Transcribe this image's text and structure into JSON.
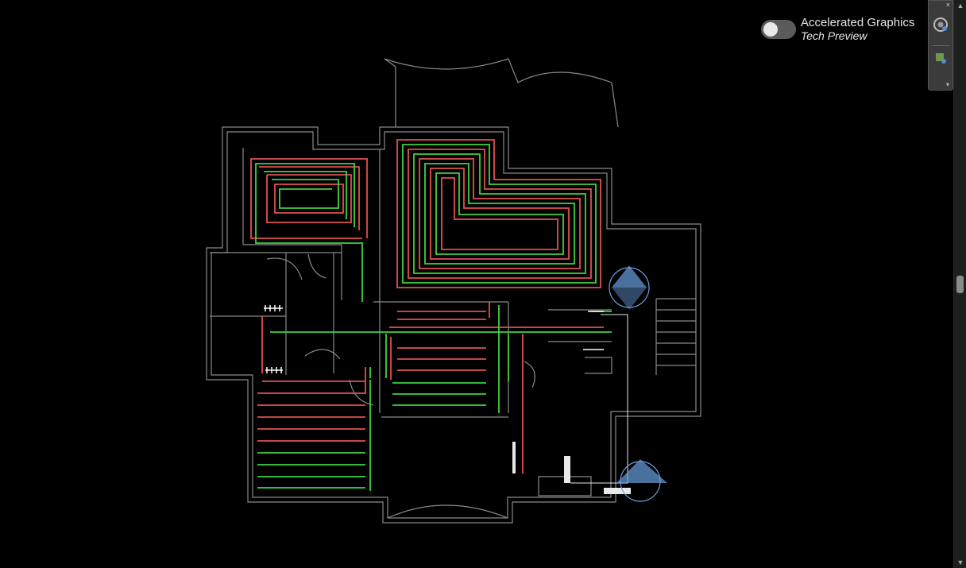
{
  "graphics_toggle": {
    "title": "Accelerated Graphics",
    "subtitle": "Tech Preview",
    "state": "off"
  },
  "navbar": {
    "close_glyph": "×",
    "tools": [
      "steering-wheel-icon",
      "pan-icon"
    ],
    "more_glyph": "▾"
  },
  "scrollbar": {
    "up_glyph": "▲",
    "down_glyph": "▼"
  },
  "colors": {
    "background": "#000000",
    "walls": "#8a8a8a",
    "supply_pipe": "#e05050",
    "return_pipe": "#40d040",
    "view_markers": "#6aa0e0"
  }
}
